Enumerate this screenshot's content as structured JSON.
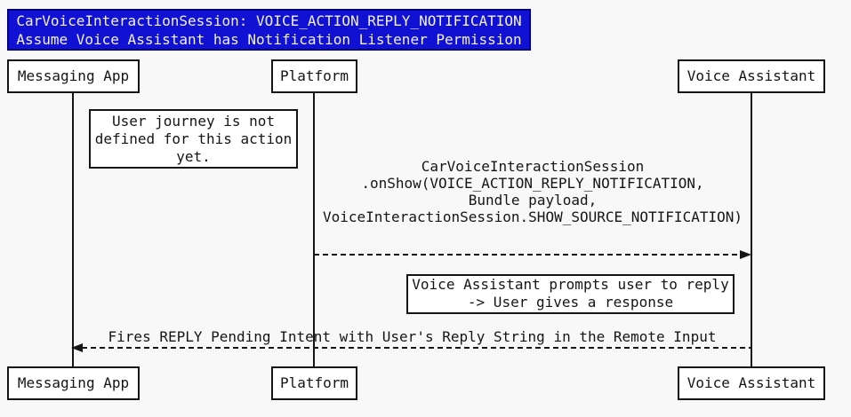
{
  "colors": {
    "canvas_bg": "#f8f8f8",
    "box_bg": "#ffffff",
    "line": "#151515",
    "title_bg": "#1111d4",
    "title_border": "#000080",
    "title_text": "#f2f2ff"
  },
  "title": {
    "lines": [
      "CarVoiceInteractionSession: VOICE_ACTION_REPLY_NOTIFICATION",
      "Assume Voice Assistant has Notification Listener Permission"
    ]
  },
  "actors": [
    {
      "label": "Messaging App"
    },
    {
      "label": "Platform"
    },
    {
      "label": "Voice Assistant"
    }
  ],
  "notes": [
    {
      "attached_to": "Messaging App",
      "lines": [
        "User journey is not",
        "defined for this action",
        "yet."
      ]
    },
    {
      "attached_to": "Voice Assistant",
      "lines": [
        "Voice Assistant prompts user to reply",
        "-> User gives a response"
      ]
    }
  ],
  "messages": [
    {
      "from": "Platform",
      "to": "Voice Assistant",
      "direction": "right",
      "style": "dashed",
      "lines": [
        "CarVoiceInteractionSession",
        ".onShow(VOICE_ACTION_REPLY_NOTIFICATION,",
        "Bundle payload,",
        "VoiceInteractionSession.SHOW_SOURCE_NOTIFICATION)"
      ]
    },
    {
      "from": "Voice Assistant",
      "to": "Messaging App",
      "direction": "left",
      "style": "dashed",
      "lines": [
        "Fires REPLY Pending Intent with User's Reply String in the Remote Input"
      ]
    }
  ]
}
